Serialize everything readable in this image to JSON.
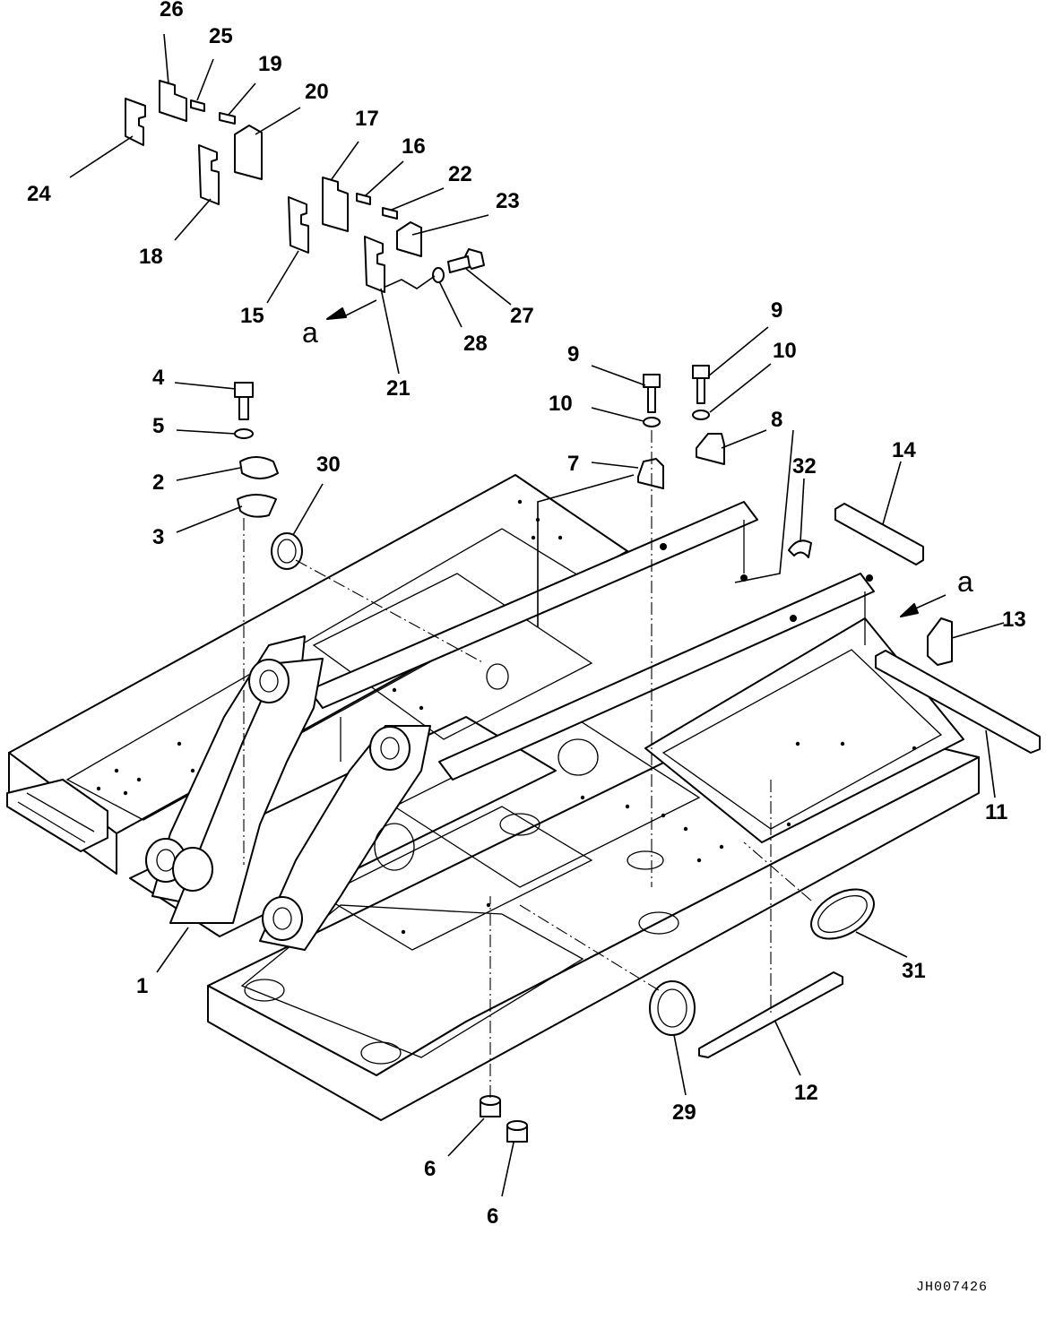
{
  "drawing_code": "JH007426",
  "view_marker": "a",
  "callouts": {
    "c1": "1",
    "c2": "2",
    "c3": "3",
    "c4": "4",
    "c5": "5",
    "c6a": "6",
    "c6b": "6",
    "c7": "7",
    "c8": "8",
    "c9a": "9",
    "c9b": "9",
    "c10a": "10",
    "c10b": "10",
    "c11": "11",
    "c12": "12",
    "c13": "13",
    "c14": "14",
    "c15": "15",
    "c16": "16",
    "c17": "17",
    "c18": "18",
    "c19": "19",
    "c20": "20",
    "c21": "21",
    "c22": "22",
    "c23": "23",
    "c24": "24",
    "c25": "25",
    "c26": "26",
    "c27": "27",
    "c28": "28",
    "c29": "29",
    "c30": "30",
    "c31": "31",
    "c32": "32"
  }
}
